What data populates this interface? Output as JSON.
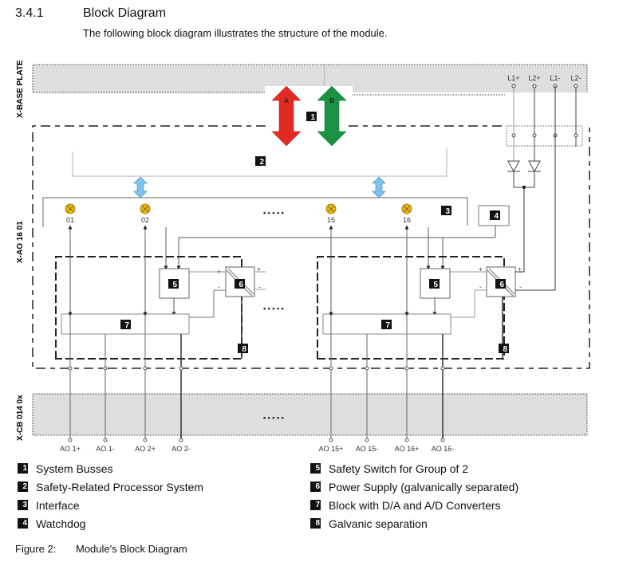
{
  "header": {
    "section_number": "3.4.1",
    "title": "Block Diagram",
    "subtitle": "The following block diagram illustrates the structure of the module."
  },
  "diagram": {
    "side_labels": {
      "base_plate": "X-BASE PLATE",
      "module": "X-AO 16 01",
      "cable_plug": "X-CB 014 0x"
    },
    "bus_arrows": {
      "a": "A",
      "b": "B",
      "a_color": "#e02a22",
      "b_color": "#1a9241"
    },
    "interface_arrow_color": "#7cc4ee",
    "led_color": "#f0b800",
    "leds": [
      "01",
      "02",
      "15",
      "16"
    ],
    "ellipsis": "• • • • •",
    "power_terminals": [
      "L1+",
      "L2+",
      "L1-",
      "L2-"
    ],
    "outputs": [
      "AO 1+",
      "AO 1-",
      "AO 2+",
      "AO 2-",
      "AO 15+",
      "AO 15-",
      "AO 16+",
      "AO 16-"
    ],
    "block_numbers": [
      "1",
      "2",
      "3",
      "4",
      "5",
      "6",
      "7",
      "8"
    ],
    "plus": "+",
    "minus": "-"
  },
  "legend": {
    "left": [
      {
        "num": "1",
        "label": "System Busses"
      },
      {
        "num": "2",
        "label": "Safety-Related Processor System"
      },
      {
        "num": "3",
        "label": "Interface"
      },
      {
        "num": "4",
        "label": "Watchdog"
      }
    ],
    "right": [
      {
        "num": "5",
        "label": "Safety Switch for Group of 2"
      },
      {
        "num": "6",
        "label": "Power Supply (galvanically separated)"
      },
      {
        "num": "7",
        "label": "Block with D/A and A/D Converters"
      },
      {
        "num": "8",
        "label": "Galvanic separation"
      }
    ]
  },
  "caption": {
    "label": "Figure 2:",
    "text": "Module's Block Diagram"
  }
}
